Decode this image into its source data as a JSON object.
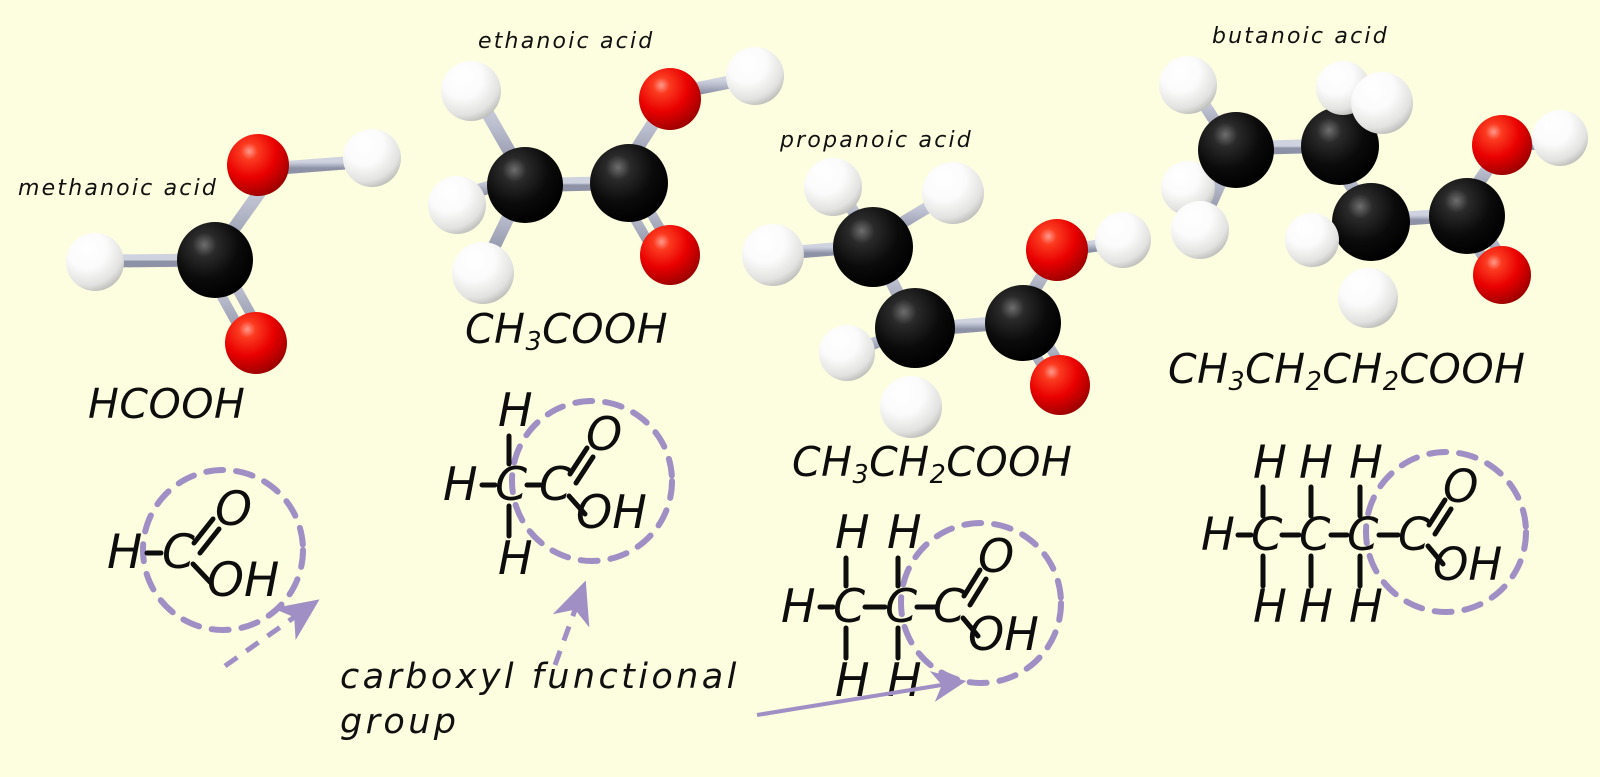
{
  "background_color": "#fdfde0",
  "palette": {
    "carbon": "#0a0a0a",
    "oxygen": "#ee0000",
    "hydrogen": "#ffffff",
    "bond": "#aeb2c4",
    "highlight_purple": "#9f8fc4",
    "text": "#101010"
  },
  "caption": {
    "label": "carboxyl functional\ngroup",
    "name": "carboxyl-functional-group-caption"
  },
  "molecules": [
    {
      "id": "methanoic",
      "iupac_name": "methanoic acid",
      "condensed_formula": "HCOOH",
      "formula_parts": [
        {
          "text": "HCOOH",
          "sub": false
        }
      ],
      "structural": {
        "backbone_carbons": 1,
        "left_label": "H",
        "carboxyl_double_bond_label": "O",
        "carboxyl_hydroxyl_label": "OH",
        "carbon_label": "C",
        "hydrogen_label": "H",
        "upper_hydrogens": [],
        "lower_hydrogens": []
      },
      "model_atoms": {
        "carbon": 1,
        "oxygen": 2,
        "hydrogen": 2
      }
    },
    {
      "id": "ethanoic",
      "iupac_name": "ethanoic acid",
      "condensed_formula": "CH3COOH",
      "formula_parts": [
        {
          "text": "CH",
          "sub": false
        },
        {
          "text": "3",
          "sub": true
        },
        {
          "text": "COOH",
          "sub": false
        }
      ],
      "structural": {
        "backbone_carbons": 2,
        "left_label": "H",
        "carboxyl_double_bond_label": "O",
        "carboxyl_hydroxyl_label": "OH",
        "carbon_label": "C",
        "hydrogen_label": "H",
        "upper_hydrogens": [
          "H"
        ],
        "lower_hydrogens": [
          "H"
        ]
      },
      "model_atoms": {
        "carbon": 2,
        "oxygen": 2,
        "hydrogen": 4
      }
    },
    {
      "id": "propanoic",
      "iupac_name": "propanoic acid",
      "condensed_formula": "CH3CH2COOH",
      "formula_parts": [
        {
          "text": "CH",
          "sub": false
        },
        {
          "text": "3",
          "sub": true
        },
        {
          "text": "CH",
          "sub": false
        },
        {
          "text": "2",
          "sub": true
        },
        {
          "text": "COOH",
          "sub": false
        }
      ],
      "structural": {
        "backbone_carbons": 3,
        "left_label": "H",
        "carboxyl_double_bond_label": "O",
        "carboxyl_hydroxyl_label": "OH",
        "carbon_label": "C",
        "hydrogen_label": "H",
        "upper_hydrogens": [
          "H",
          "H"
        ],
        "lower_hydrogens": [
          "H",
          "H"
        ]
      },
      "model_atoms": {
        "carbon": 3,
        "oxygen": 2,
        "hydrogen": 6
      }
    },
    {
      "id": "butanoic",
      "iupac_name": "butanoic acid",
      "condensed_formula": "CH3CH2CH2COOH",
      "formula_parts": [
        {
          "text": "CH",
          "sub": false
        },
        {
          "text": "3",
          "sub": true
        },
        {
          "text": "CH",
          "sub": false
        },
        {
          "text": "2",
          "sub": true
        },
        {
          "text": "CH",
          "sub": false
        },
        {
          "text": "2",
          "sub": true
        },
        {
          "text": "COOH",
          "sub": false
        }
      ],
      "structural": {
        "backbone_carbons": 4,
        "left_label": "H",
        "carboxyl_double_bond_label": "O",
        "carboxyl_hydroxyl_label": "OH",
        "carbon_label": "C",
        "hydrogen_label": "H",
        "upper_hydrogens": [
          "H",
          "H",
          "H"
        ],
        "lower_hydrogens": [
          "H",
          "H",
          "H"
        ]
      },
      "model_atoms": {
        "carbon": 4,
        "oxygen": 2,
        "hydrogen": 8
      }
    }
  ]
}
